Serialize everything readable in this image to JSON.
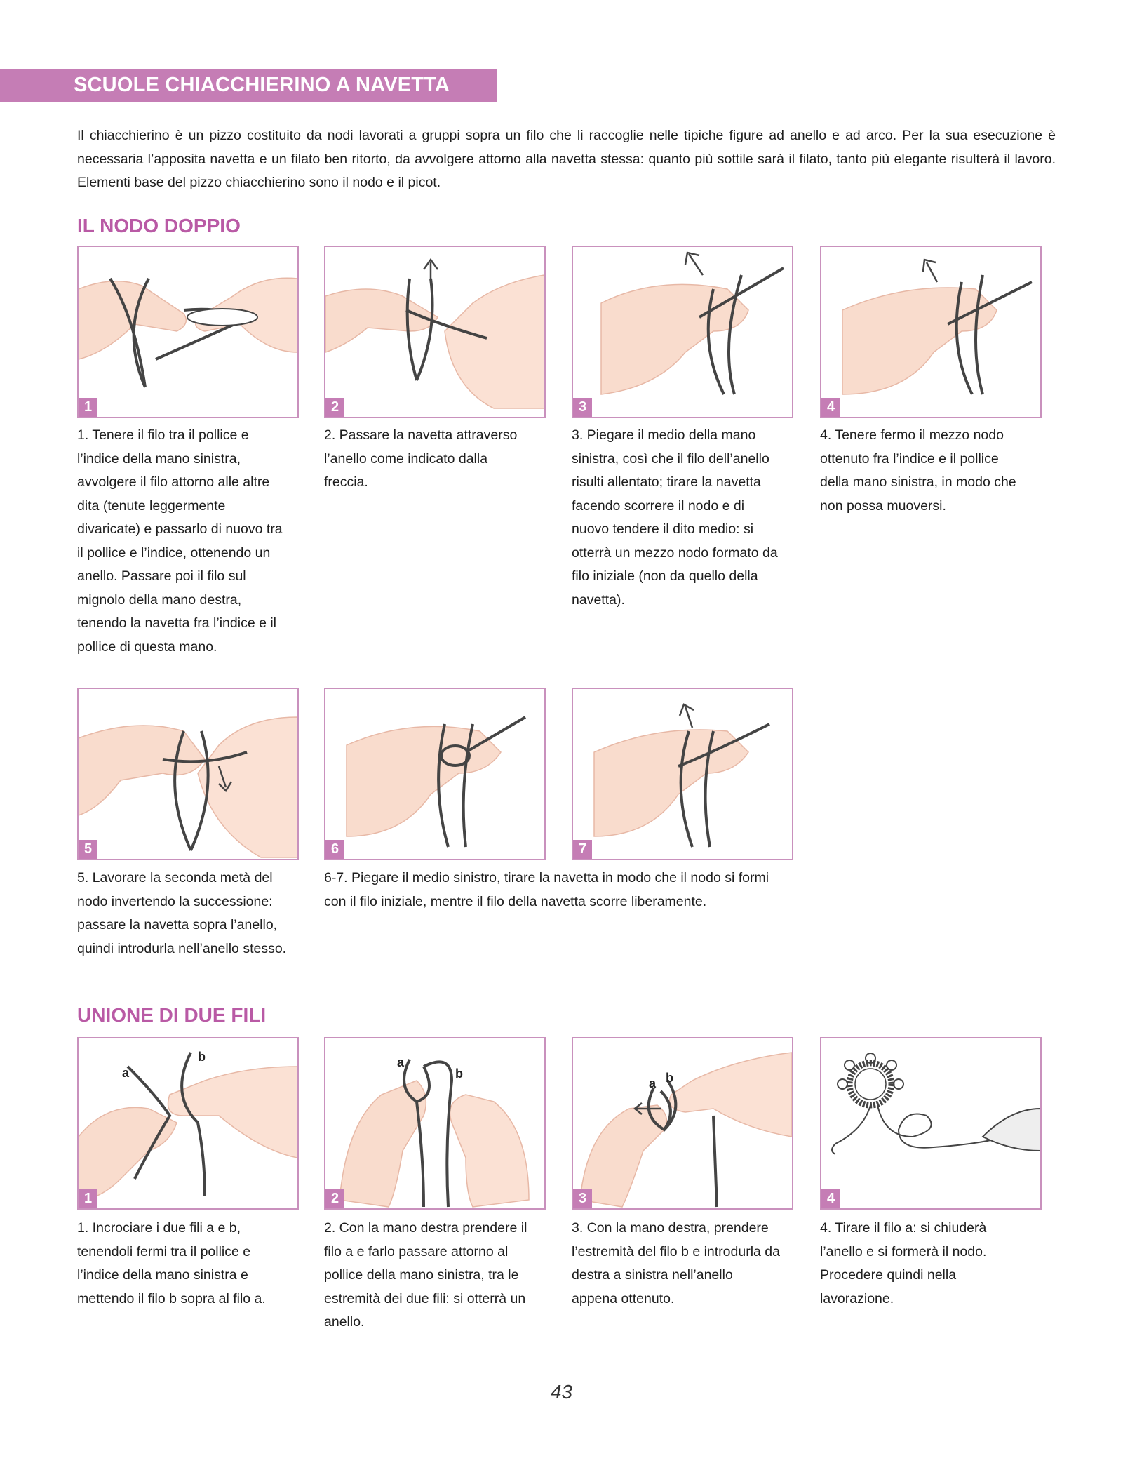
{
  "header": {
    "banner_title": "SCUOLE CHIACCHIERINO A NAVETTA"
  },
  "intro": "Il chiacchierino è un pizzo costituito da nodi lavorati a gruppi sopra un filo che li raccoglie nelle tipiche figure ad anello e ad arco. Per la sua esecuzione è necessaria l’apposita navetta e un filato ben ritorto, da avvolgere attorno alla navetta stessa: quanto più sottile sarà il filato, tanto più elegante risulterà il lavoro. Elementi base del pizzo chiacchierino sono il nodo e il picot.",
  "section_nodo": {
    "title": "IL NODO DOPPIO",
    "steps": [
      {
        "num": "1",
        "caption": "1. Tenere il filo tra il pollice e l’indice della mano sinistra, avvolgere il filo attorno alle altre dita (tenute leggermente divaricate) e passarlo di nuovo tra il pollice e l’indice, ottenendo un anello. Passare poi il filo sul mignolo della mano destra, tenendo la navetta fra l’indice e il pollice di questa mano."
      },
      {
        "num": "2",
        "caption": "2. Passare la navetta attraverso l’anello come indicato dalla freccia."
      },
      {
        "num": "3",
        "caption": "3. Piegare il medio della mano sinistra, così che il filo dell’anello risulti allentato; tirare la navetta facendo scorrere il nodo e di nuovo tendere il dito medio: si otterrà un mezzo nodo formato da filo iniziale (non da quello della navetta)."
      },
      {
        "num": "4",
        "caption": "4. Tenere fermo il mezzo nodo ottenuto fra l’indice e il pollice della mano sinistra, in modo che non possa muoversi."
      },
      {
        "num": "5",
        "caption": "5. Lavorare la seconda metà del nodo invertendo la successione: passare la navetta sopra l’anello, quindi introdurla nell’anello stesso."
      },
      {
        "num": "6",
        "caption": ""
      },
      {
        "num": "7",
        "caption": ""
      }
    ],
    "caption_6_7": "6-7. Piegare il medio sinistro, tirare la navetta in modo che il nodo si formi con il filo iniziale, mentre il filo della navetta scorre liberamente."
  },
  "section_unione": {
    "title": "UNIONE DI DUE FILI",
    "label_a": "a",
    "label_b": "b",
    "steps": [
      {
        "num": "1",
        "caption": "1. Incrociare i due fili a e b, tenendoli fermi tra il pollice e l’indice della mano sinistra e mettendo il filo b sopra al filo a."
      },
      {
        "num": "2",
        "caption": "2. Con la mano destra prendere il filo a e farlo passare attorno al pollice della mano sinistra, tra le estremità dei due fili: si otterrà un anello."
      },
      {
        "num": "3",
        "caption": "3. Con la mano destra, prendere l’estremità del filo b e introdurla da destra a sinistra nell’anello appena ottenuto."
      },
      {
        "num": "4",
        "caption": "4. Tirare il filo a: si chiuderà l’anello e si formerà il nodo. Procedere quindi nella lavorazione."
      }
    ]
  },
  "page_number": "43"
}
